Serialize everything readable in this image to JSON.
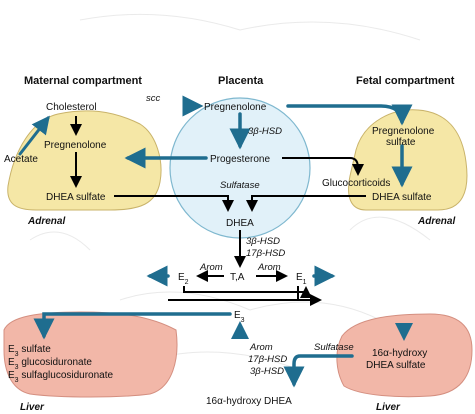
{
  "colors": {
    "arrow_blue": "#1f6d8f",
    "arrow_black": "#000000",
    "arrow_gray": "#b0b0b0",
    "adrenal_fill": "#f5e7a6",
    "adrenal_stroke": "#c9b36a",
    "liver_fill": "#f2b7a8",
    "liver_stroke": "#d48f80",
    "placenta_fill": "#d9eef7",
    "placenta_stroke": "#7fb8cf"
  },
  "headers": {
    "maternal": "Maternal compartment",
    "placenta": "Placenta",
    "fetal": "Fetal compartment"
  },
  "organs": {
    "adrenal_left": "Adrenal",
    "adrenal_right": "Adrenal",
    "liver_left": "Liver",
    "liver_right": "Liver"
  },
  "maternal": {
    "cholesterol": "Cholesterol",
    "acetate": "Acetate",
    "pregnenolone": "Pregnenolone",
    "dhea_sulfate": "DHEA sulfate"
  },
  "placenta": {
    "scc": "scc",
    "pregnenolone": "Pregnenolone",
    "hsd_1": "3β-HSD",
    "progesterone": "Progesterone",
    "sulfatase": "Sulfatase",
    "dhea": "DHEA",
    "hsd_2a": "3β-HSD",
    "hsd_2b": "17β-HSD",
    "t_a": "T,A",
    "arom_left": "Arom",
    "arom_right": "Arom",
    "e2_base": "E",
    "e2_sub": "2",
    "e1_base": "E",
    "e1_sub": "1",
    "e3_base": "E",
    "e3_sub": "3",
    "liver_arom": "Arom",
    "liver_17hsd": "17β-HSD",
    "liver_3hsd": "3β-HSD",
    "hydroxy_dhea": "16α-hydroxy DHEA"
  },
  "fetal": {
    "preg_sulfate_1": "Pregnenolone",
    "preg_sulfate_2": "sulfate",
    "glucocorticoids": "Glucocorticoids",
    "dhea_sulfate": "DHEA sulfate",
    "sulfatase": "Sulfatase",
    "hydroxy_1": "16α-hydroxy",
    "hydroxy_2": "DHEA sulfate"
  },
  "maternal_liver": {
    "items": [
      {
        "base": "E",
        "sub": "3",
        "rest": " sulfate"
      },
      {
        "base": "E",
        "sub": "3",
        "rest": " glucosiduronate"
      },
      {
        "base": "E",
        "sub": "3",
        "rest": " sulfaglucosiduronate"
      }
    ]
  }
}
